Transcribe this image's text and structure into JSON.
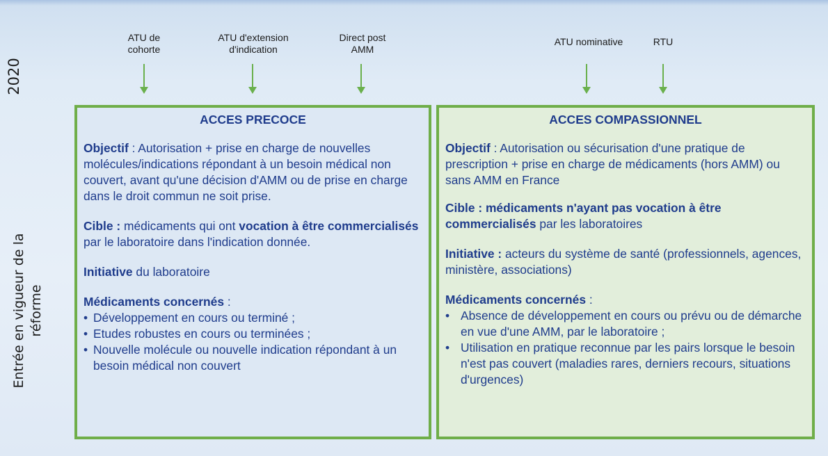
{
  "side_labels": {
    "year": "2020",
    "reform_line1": "Entrée en vigueur de la",
    "reform_line2": "réforme"
  },
  "top_labels": [
    {
      "line1": "ATU de",
      "line2": "cohorte"
    },
    {
      "line1": "ATU d'extension",
      "line2": "d'indication"
    },
    {
      "line1": "Direct post",
      "line2": "AMM"
    },
    {
      "line1": "ATU nominative",
      "line2": ""
    },
    {
      "line1": "RTU",
      "line2": ""
    }
  ],
  "left_box": {
    "title": "ACCES PRECOCE",
    "objectif_label": "Objectif",
    "objectif_text": " : Autorisation + prise en charge de nouvelles molécules/indications répondant à un besoin médical non couvert, avant qu'une décision d'AMM ou de prise en charge dans le droit commun ne soit prise.",
    "cible_label": "Cible :",
    "cible_text_pre": " médicaments qui ont ",
    "cible_bold": "vocation à être commercialisés",
    "cible_text_post": " par le laboratoire dans l'indication donnée.",
    "initiative_label": "Initiative",
    "initiative_text": " du laboratoire",
    "medicaments_label": "Médicaments concernés",
    "medicaments_suffix": " :",
    "bullets": [
      "Développement en cours ou terminé ;",
      "Etudes robustes en cours ou terminées ;",
      "Nouvelle molécule ou nouvelle indication répondant à un besoin médical non couvert"
    ]
  },
  "right_box": {
    "title": "ACCES COMPASSIONNEL",
    "objectif_label": "Objectif",
    "objectif_text": " : Autorisation ou sécurisation d'une pratique de prescription + prise en charge de médicaments (hors AMM) ou sans AMM en France",
    "cible_label": "Cible :  médicaments n'ayant pas vocation à être commercialisés",
    "cible_text": " par les laboratoires",
    "initiative_label": "Initiative  :",
    "initiative_text": " acteurs du système de santé (professionnels, agences, ministère, associations)",
    "medicaments_label": "Médicaments concernés",
    "medicaments_suffix": " :",
    "bullets": [
      "Absence de développement en cours ou prévu ou de démarche en vue d'une AMM, par le laboratoire ;",
      "Utilisation en pratique reconnue par les pairs lorsque le besoin n'est pas couvert (maladies rares, derniers recours, situations d'urgences)"
    ]
  },
  "colors": {
    "text_blue": "#1f3c8c",
    "border_green": "#6fae49",
    "arrow_green": "#6ab04c",
    "left_box_bg": "#dde8f4",
    "right_box_bg": "#e2eedb"
  }
}
